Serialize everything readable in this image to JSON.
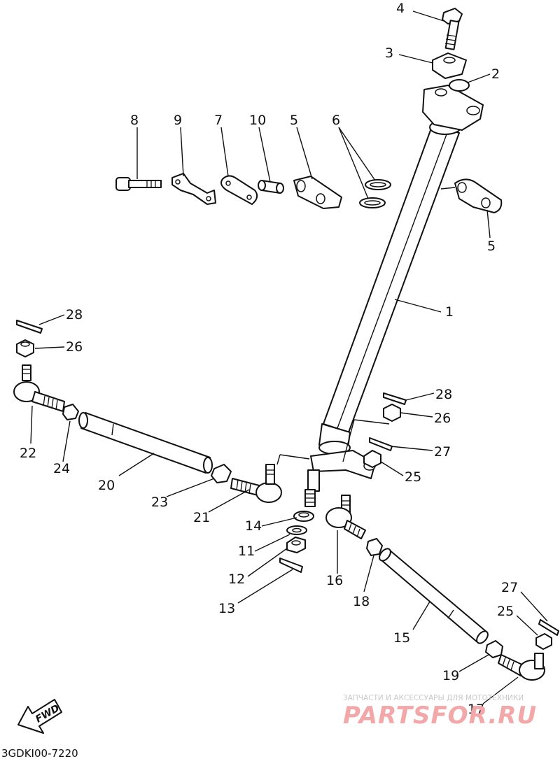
{
  "callouts": {
    "c1": "1",
    "c2": "2",
    "c3": "3",
    "c4": "4",
    "c5a": "5",
    "c5b": "5",
    "c6": "6",
    "c7": "7",
    "c8": "8",
    "c9": "9",
    "c10": "10",
    "c11": "11",
    "c12": "12",
    "c13": "13",
    "c14": "14",
    "c15": "15",
    "c16": "16",
    "c17": "17",
    "c18": "18",
    "c19": "19",
    "c20": "20",
    "c21": "21",
    "c22": "22",
    "c23": "23",
    "c24": "24",
    "c25a": "25",
    "c25b": "25",
    "c26a": "26",
    "c26b": "26",
    "c27a": "27",
    "c27b": "27",
    "c28a": "28",
    "c28b": "28"
  },
  "fwd_label": "FWD",
  "diagram_code": "3GDKI00-7220",
  "watermark": {
    "line1": "ЗАПЧАСТИ И АКСЕССУАРЫ ДЛЯ МОТОТЕХНИКИ",
    "line2": "PARTSFOR.RU"
  }
}
